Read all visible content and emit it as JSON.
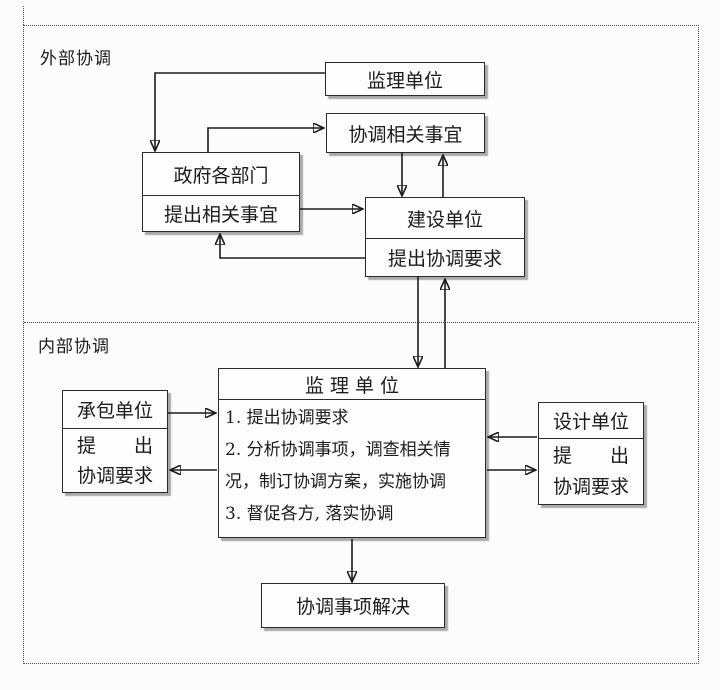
{
  "diagram": {
    "sections": {
      "external": {
        "label": "外部协调"
      },
      "internal": {
        "label": "内部协调"
      }
    },
    "nodes": {
      "ext_supervision": {
        "title": "监理单位"
      },
      "coordinate_matters": {
        "title": "协调相关事宜"
      },
      "government": {
        "title": "政府各部门",
        "subtitle": "提出相关事宜"
      },
      "construction": {
        "title": "建设单位",
        "subtitle": "提出协调要求"
      },
      "contractor": {
        "title": "承包单位",
        "subtitle_lines": [
          "提　　出",
          "协调要求"
        ]
      },
      "design": {
        "title": "设计单位",
        "subtitle_lines": [
          "提　　出",
          "协调要求"
        ]
      },
      "main_supervision": {
        "title": "监 理 单 位",
        "lines": [
          "1. 提出协调要求",
          "2. 分析协调事项，调查相关情",
          "况，制订协调方案，实施协调",
          "3. 督促各方, 落实协调"
        ]
      },
      "resolved": {
        "title": "协调事项解决"
      }
    },
    "colors": {
      "line": "#1c1c1c",
      "box_border": "#2b2b2b",
      "box_fill": "#fdfdfd",
      "shadow": "#a9a9a9",
      "background": "#fcfcfc"
    }
  }
}
